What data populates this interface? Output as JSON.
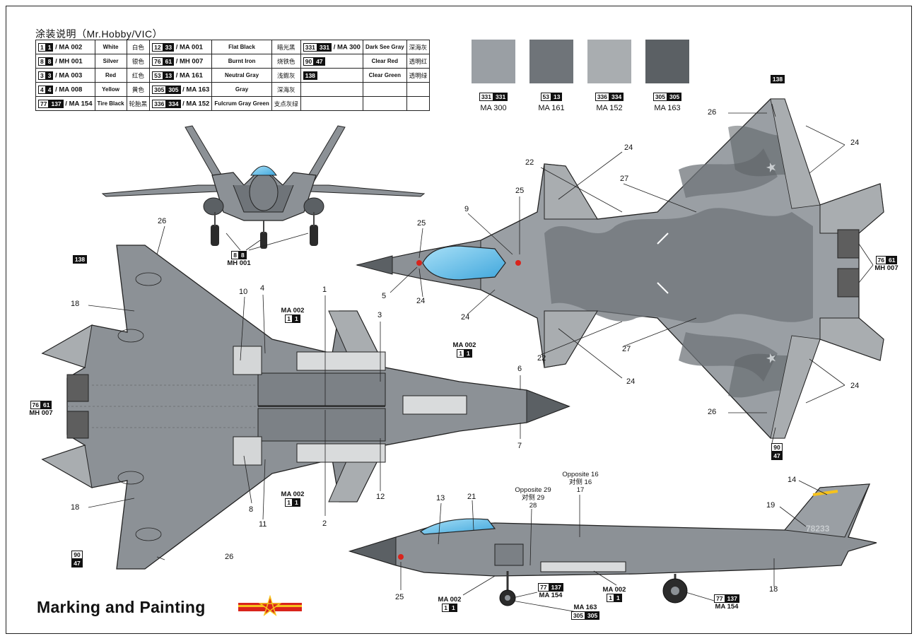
{
  "title": "涂装说明（Mr.Hobby/VIC）",
  "legend_rows": [
    [
      {
        "c1": "1",
        "c2": "1",
        "code": "MA 002",
        "name": "White",
        "cn": "白色"
      },
      {
        "c1": "12",
        "c2": "33",
        "code": "MA 001",
        "name": "Flat Black",
        "cn": "暗光黑"
      },
      {
        "c1": "331",
        "c2": "331",
        "code": "MA 300",
        "name": "Dark See Gray",
        "cn": "深海灰"
      }
    ],
    [
      {
        "c1": "8",
        "c2": "8",
        "code": "MH 001",
        "name": "Silver",
        "cn": "银色"
      },
      {
        "c1": "76",
        "c2": "61",
        "code": "MH 007",
        "name": "Burnt Iron",
        "cn": "烧铁色"
      },
      {
        "c1": "90",
        "c2": "47",
        "code": "",
        "name": "Clear Red",
        "cn": "透明红"
      }
    ],
    [
      {
        "c1": "3",
        "c2": "3",
        "code": "MA 003",
        "name": "Red",
        "cn": "红色"
      },
      {
        "c1": "53",
        "c2": "13",
        "code": "MA 161",
        "name": "Neutral Gray",
        "cn": "浅鍜灰"
      },
      {
        "c1": "",
        "c2": "138",
        "code": "",
        "name": "Clear Green",
        "cn": "透明绿"
      }
    ],
    [
      {
        "c1": "4",
        "c2": "4",
        "code": "MA 008",
        "name": "Yellow",
        "cn": "黄色"
      },
      {
        "c1": "305",
        "c2": "305",
        "code": "MA 163",
        "name": "Gray",
        "cn": "深海灰"
      },
      {
        "c1": "",
        "c2": "",
        "code": "",
        "name": "",
        "cn": ""
      }
    ],
    [
      {
        "c1": "77",
        "c2": "137",
        "code": "MA 154",
        "name": "Tire Black",
        "cn": "轮胎黑"
      },
      {
        "c1": "336",
        "c2": "334",
        "code": "MA 152",
        "name": "Fulcrum Gray Green",
        "cn": "支点灰绿"
      },
      {
        "c1": "",
        "c2": "",
        "code": "",
        "name": "",
        "cn": ""
      }
    ]
  ],
  "swatches": [
    {
      "c1": "331",
      "c2": "331",
      "name": "MA 300",
      "color": "#9a9fa4"
    },
    {
      "c1": "53",
      "c2": "13",
      "name": "MA 161",
      "color": "#6f7479"
    },
    {
      "c1": "336",
      "c2": "334",
      "name": "MA 152",
      "color": "#a9adb0"
    },
    {
      "c1": "305",
      "c2": "305",
      "name": "MA 163",
      "color": "#5b6064"
    }
  ],
  "chips": {
    "front_silver": {
      "c1": "8",
      "c2": "8",
      "code": "MH 001"
    },
    "bottom_nozzle": {
      "c1": "76",
      "c2": "61",
      "code": "MH 007"
    },
    "top_nozzle": {
      "c1": "76",
      "c2": "61",
      "code": "MH 007"
    },
    "bottom_138": {
      "c1": "",
      "c2": "138"
    },
    "bottom_9047": {
      "c1": "90",
      "c2": "47"
    },
    "top_138": {
      "c1": "",
      "c2": "138"
    },
    "top_9047": {
      "c1": "90",
      "c2": "47"
    },
    "bay_upper": {
      "c1": "1",
      "c2": "1",
      "code": "MA 002"
    },
    "bay_lower": {
      "c1": "1",
      "c2": "1",
      "code": "MA 002"
    },
    "nose_bay": {
      "c1": "1",
      "c2": "1",
      "code": "MA 002"
    },
    "side_gear": {
      "c1": "1",
      "c2": "1",
      "code": "MA 002"
    },
    "side_bay": {
      "c1": "1",
      "c2": "1",
      "code": "MA 002"
    },
    "side_tire_front": {
      "c1": "77",
      "c2": "137",
      "code": "MA 154"
    },
    "side_tire_main": {
      "c1": "77",
      "c2": "137",
      "code": "MA 154"
    },
    "side_wheel": {
      "c1": "305",
      "c2": "305",
      "code": "MA 163"
    }
  },
  "callouts": {
    "n1": "1",
    "n2": "2",
    "n3": "3",
    "n4": "4",
    "n5": "5",
    "n6": "6",
    "n7": "7",
    "n8": "8",
    "n9": "9",
    "n10": "10",
    "n11": "11",
    "n12": "12",
    "n13": "13",
    "n14": "14",
    "n17": "17",
    "n18": "18",
    "n19": "19",
    "n21": "21",
    "n22": "22",
    "n24": "24",
    "n25": "25",
    "n26": "26",
    "n27": "27",
    "n28": "28"
  },
  "annotations": {
    "opposite29_en": "Opposite 29",
    "opposite29_cn": "对侧 29",
    "opposite16_en": "Opposite 16",
    "opposite16_cn": "对侧 16"
  },
  "tail_number": "78233",
  "footer": "Marking and Painting",
  "colors": {
    "base": "#8c9196",
    "dark": "#6b7075",
    "light": "#a9b0b4",
    "canopy": "#6fc3ec",
    "red": "#d9241c",
    "yellow": "#f6c21c"
  }
}
